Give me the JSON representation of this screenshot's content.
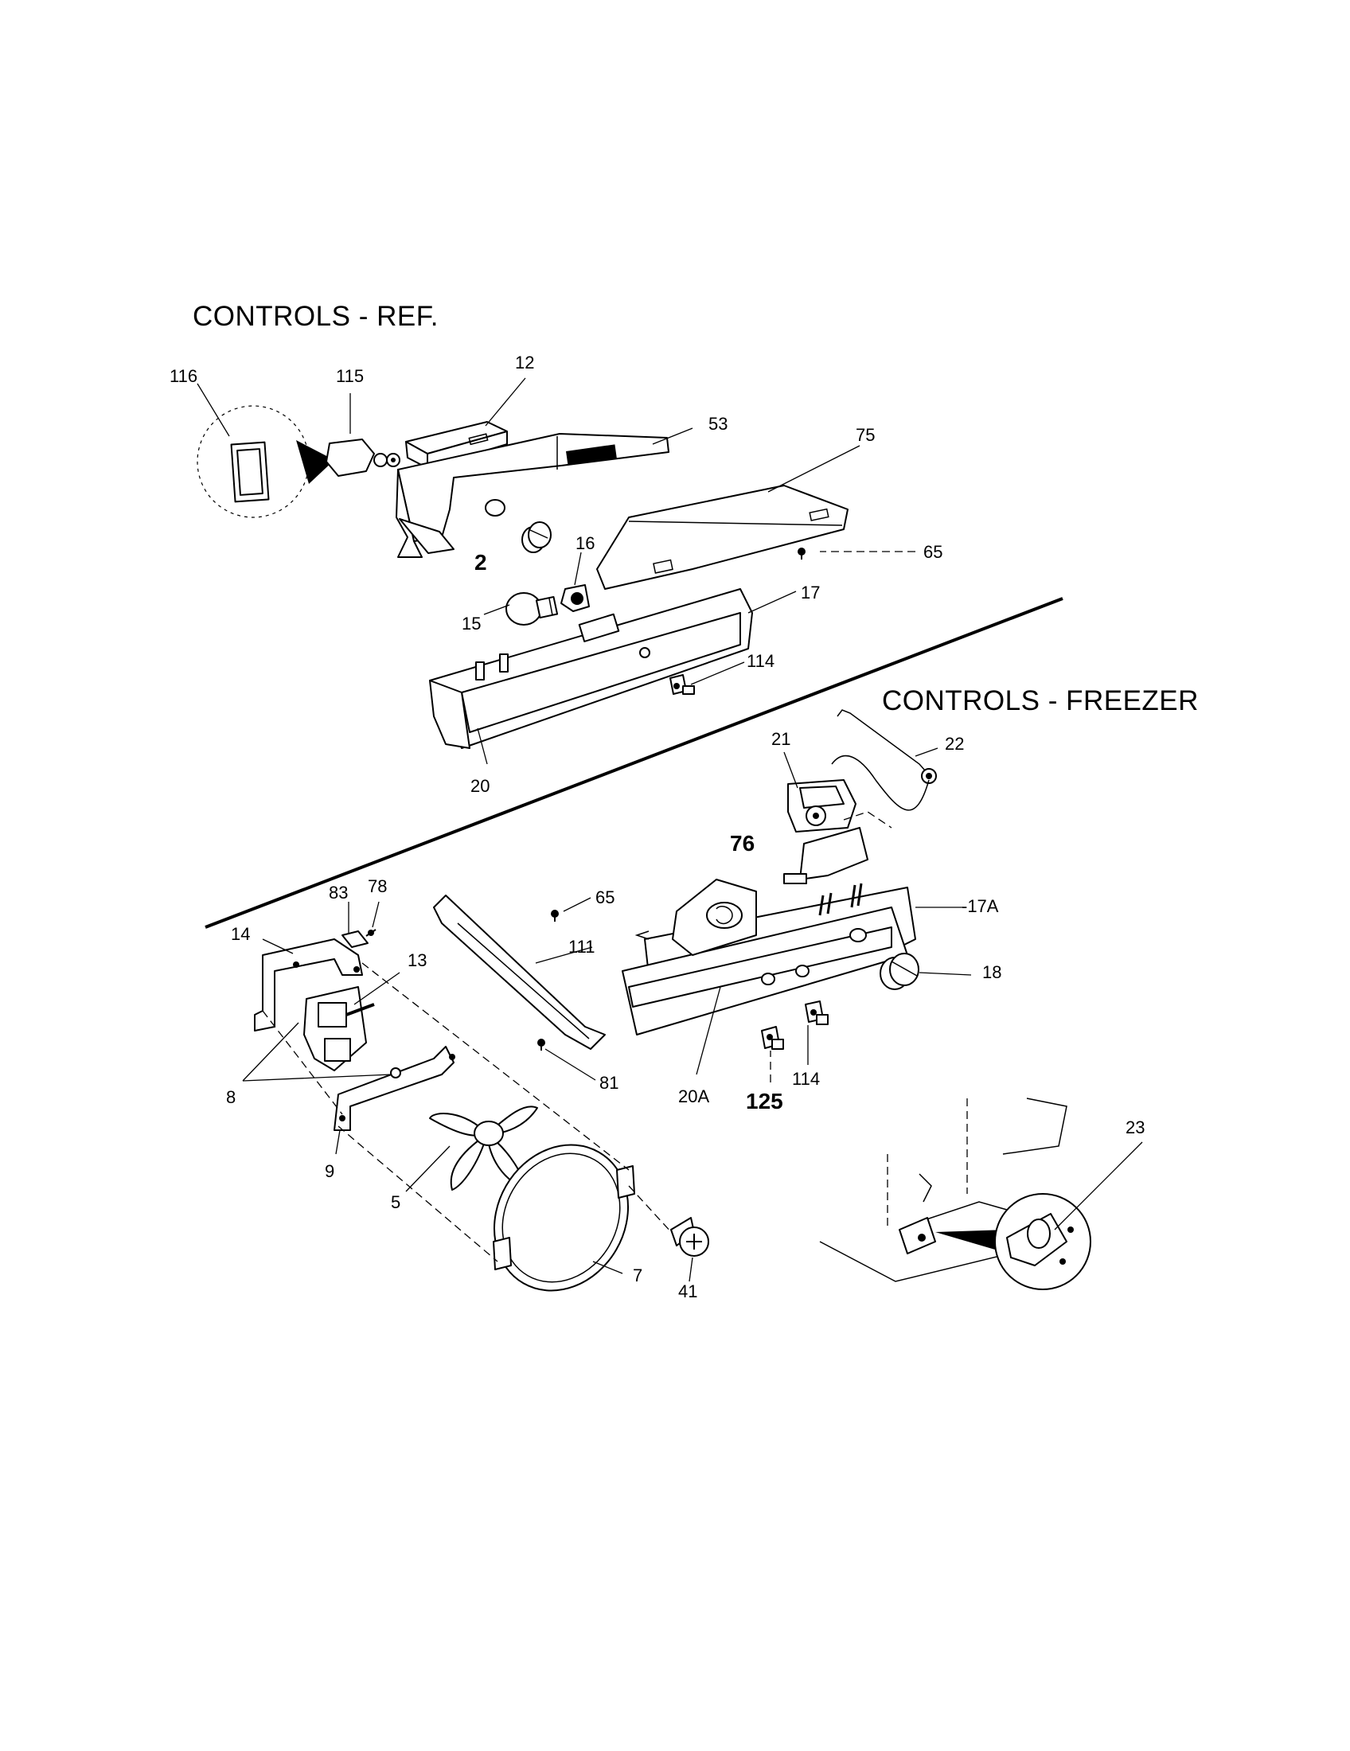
{
  "sections": {
    "ref_title": "CONTROLS - REF.",
    "freezer_title": "CONTROLS - FREEZER"
  },
  "callouts": {
    "c116": "116",
    "c115": "115",
    "c12": "12",
    "c53": "53",
    "c75": "75",
    "c65a": "65",
    "c2": "2",
    "c16": "16",
    "c15": "15",
    "c17": "17",
    "c114a": "114",
    "c20": "20",
    "c21": "21",
    "c22": "22",
    "c76": "76",
    "c17a": "-17A",
    "c65b": "65",
    "c83": "83",
    "c78": "78",
    "c14": "14",
    "c13": "13",
    "c111": "111",
    "c18": "18",
    "c81": "81",
    "c8": "8",
    "c20a": "20A",
    "c114b": "114",
    "c125": "125",
    "c9": "9",
    "c5": "5",
    "c23": "23",
    "c7": "7",
    "c41": "41"
  }
}
